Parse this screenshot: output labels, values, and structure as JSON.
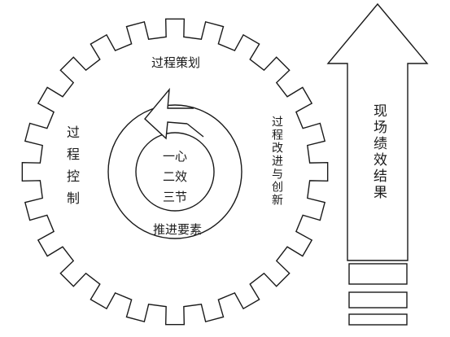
{
  "labels": {
    "top": "过程策划",
    "left": "过程控制",
    "right": "过程改进与创新",
    "bottom": "推进要素",
    "center_lines": [
      "一心",
      "二效",
      "三节"
    ],
    "arrow": "现场绩效结果"
  },
  "gear": {
    "teeth": 24
  },
  "colors": {
    "stroke": "#1a1a1a",
    "background": "#ffffff"
  }
}
